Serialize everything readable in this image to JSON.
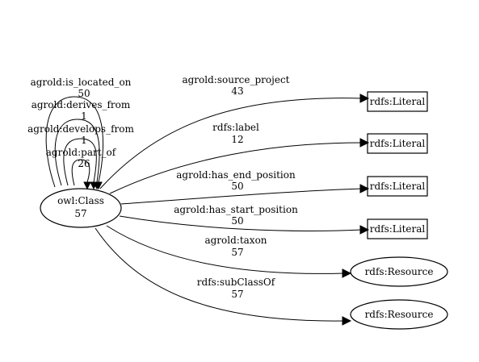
{
  "nodes": {
    "center": {
      "label": "owl:Class",
      "count": "57"
    },
    "lit1": {
      "label": "rdfs:Literal"
    },
    "lit2": {
      "label": "rdfs:Literal"
    },
    "lit3": {
      "label": "rdfs:Literal"
    },
    "lit4": {
      "label": "rdfs:Literal"
    },
    "res1": {
      "label": "rdfs:Resource"
    },
    "res2": {
      "label": "rdfs:Resource"
    }
  },
  "edges": {
    "is_located_on": {
      "label": "agrold:is_located_on",
      "count": "50"
    },
    "derives_from": {
      "label": "agrold:derives_from",
      "count": "1"
    },
    "develops_from": {
      "label": "agrold:develops_from",
      "count": "1"
    },
    "part_of": {
      "label": "agrold:part_of",
      "count": "26"
    },
    "source_project": {
      "label": "agrold:source_project",
      "count": "43"
    },
    "label": {
      "label": "rdfs:label",
      "count": "12"
    },
    "has_end_position": {
      "label": "agrold:has_end_position",
      "count": "50"
    },
    "has_start_position": {
      "label": "agrold:has_start_position",
      "count": "50"
    },
    "taxon": {
      "label": "agrold:taxon",
      "count": "57"
    },
    "subClassOf": {
      "label": "rdfs:subClassOf",
      "count": "57"
    }
  }
}
